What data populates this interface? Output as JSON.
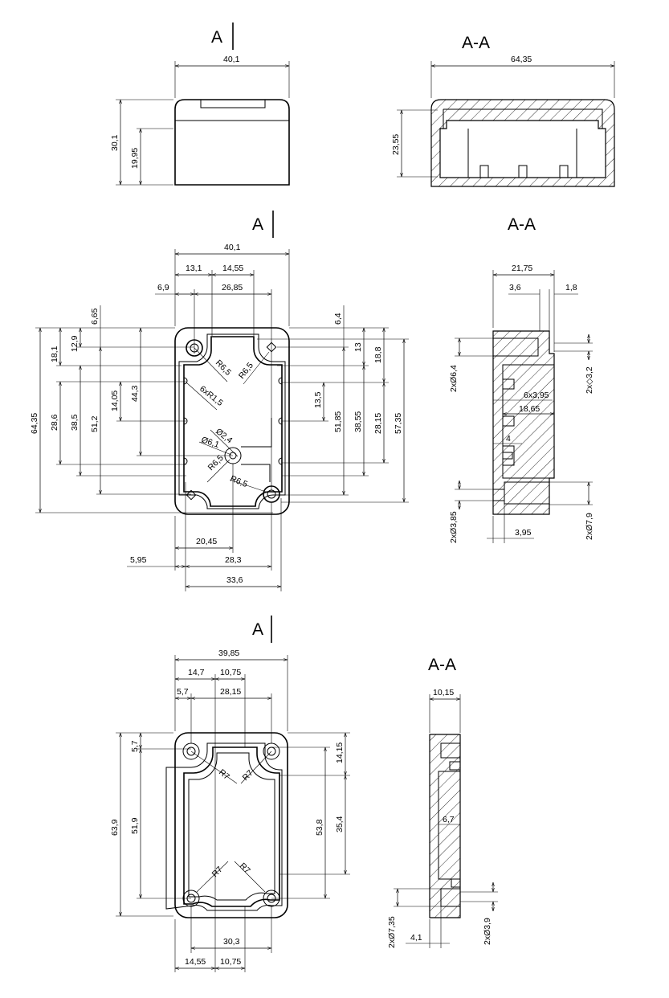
{
  "view_top_front": {
    "title": "A",
    "dims": {
      "width": "40,1",
      "height": "30,1",
      "height_lower": "19,95"
    }
  },
  "view_top_section": {
    "title": "A-A",
    "dims": {
      "width": "64,35",
      "height": "23,55"
    }
  },
  "view_mid_plan": {
    "title": "A",
    "dims": {
      "width": "40,1",
      "d13_1": "13,1",
      "d14_55": "14,55",
      "d6_9": "6,9",
      "d26_85": "26,85",
      "d64_35": "64,35",
      "d18_1": "18,1",
      "d28_6": "28,6",
      "d12_9": "12,9",
      "d38_5": "38,5",
      "d6_65": "6,65",
      "d51_2": "51,2",
      "d14_05": "14,05",
      "d44_3": "44,3",
      "d6_4": "6,4",
      "d51_85": "51,85",
      "d13": "13",
      "d38_55": "38,55",
      "d18_8": "18,8",
      "d28_15": "28,15",
      "d57_35": "57,35",
      "d13_5": "13,5",
      "r1": "R6,5",
      "r2": "R6,5",
      "r3": "R6,5",
      "r4": "R6,5",
      "r_small": "6xR1,5",
      "dia_2_4": "Ø2,4",
      "dia_6_1": "Ø6,1",
      "d20_45": "20,45",
      "d5_95": "5,95",
      "d28_3": "28,3",
      "d33_6": "33,6"
    }
  },
  "view_mid_section": {
    "title": "A-A",
    "dims": {
      "d21_75": "21,75",
      "d3_6": "3,6",
      "d1_8": "1,8",
      "dia6_4": "2xØ6,4",
      "sq3_2": "2x◇3,2",
      "d6x3_95": "6x3,95",
      "d18_65": "18,65",
      "d4": "4",
      "dia3_85": "2xØ3,85",
      "dia7_9": "2xØ7,9",
      "d3_95": "3,95"
    }
  },
  "view_bot_plan": {
    "title": "A",
    "dims": {
      "d39_85": "39,85",
      "d14_7": "14,7",
      "d10_75_top": "10,75",
      "d5_7_top": "5,7",
      "d28_15": "28,15",
      "d63_9": "63,9",
      "d5_7_left": "5,7",
      "d51_9": "51,9",
      "d14_15": "14,15",
      "d53_8": "53,8",
      "d35_4": "35,4",
      "d30_3": "30,3",
      "d14_55": "14,55",
      "d10_75_bot": "10,75",
      "r1": "R7",
      "r2": "R7",
      "r3": "R7",
      "r4": "R7"
    }
  },
  "view_bot_section": {
    "title": "A-A",
    "dims": {
      "d10_15": "10,15",
      "d6_7": "6,7",
      "dia7_35": "2xØ7,35",
      "dia3_9": "2xØ3,9",
      "d4_1": "4,1"
    }
  }
}
